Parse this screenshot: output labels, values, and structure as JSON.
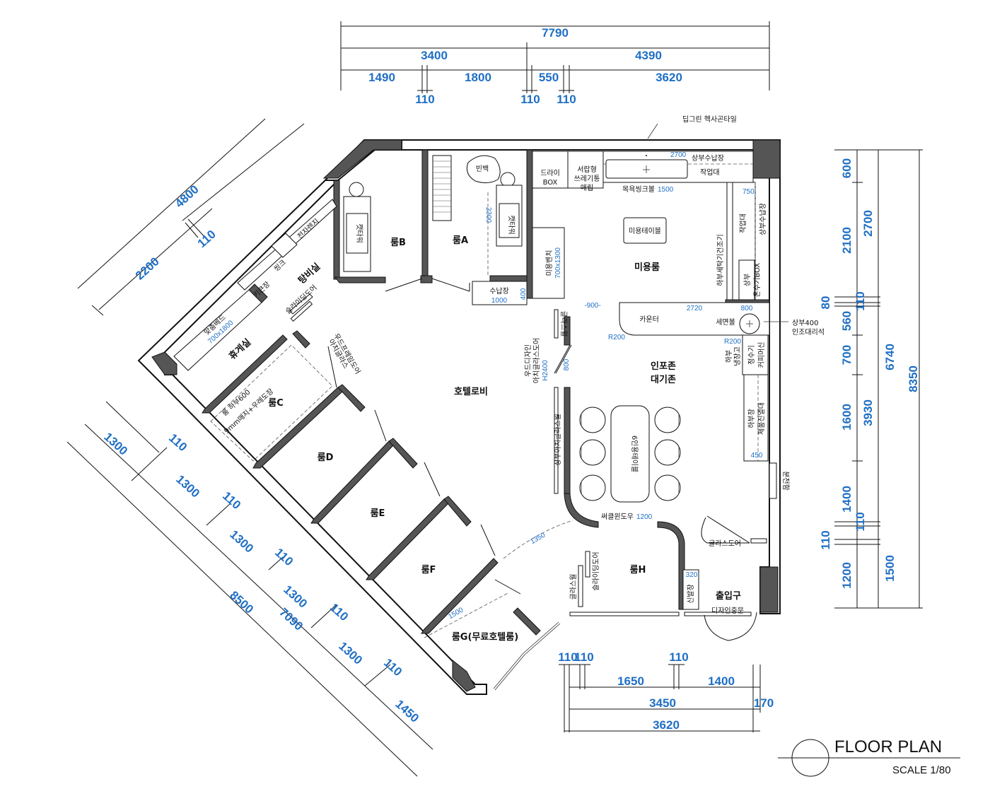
{
  "title": "FLOOR PLAN",
  "scale": "SCALE 1/80",
  "rooms": {
    "room_a": "룸A",
    "room_b": "룸B",
    "room_c": "룸C",
    "room_d": "룸D",
    "room_e": "룸E",
    "room_f": "룸F",
    "room_g": "룸G(무료호텔룸)",
    "room_h": "룸H",
    "lounge": "휴게실",
    "pantry": "탕비실",
    "lobby": "호텔로비",
    "beauty": "미용룸",
    "info1": "인포존",
    "info2": "대기존",
    "entrance": "출입구"
  },
  "labels": {
    "hexa_tile": "딥그린 헥사곤타일",
    "upper_storage": "상부수납장",
    "work_table": "작업대",
    "dry_box1": "드라이",
    "dry_box2": "BOX",
    "drawer1": "서랍형",
    "drawer2": "쓰레기통",
    "drawer3": "매립",
    "bath_sink": "목욕씽크볼",
    "bath_sink_dim": "1500",
    "dim_2700": "2700",
    "dim_750": "750",
    "work_table_v": "작업대",
    "upper_storage_v": "상부수납장",
    "beauty_table": "미용테이블",
    "washer": "하부세탁기건조기",
    "upper_box1": "상부",
    "upper_box2": "온수기BOX",
    "beauty_bench1": "미용벤치",
    "beauty_bench2": "700x1300",
    "dim_2300": "2300",
    "bin": "빈백",
    "cat_tower_a": "캣타워",
    "cat_tower_b": "캣타워",
    "storage_a1": "수납장",
    "storage_a2": "1000",
    "dim_400": "400",
    "dim_900": "-900-",
    "counter": "카운터",
    "dim_2720": "2720",
    "dim_800": "800",
    "wash_bowl": "세면볼",
    "marble1": "상부400",
    "marble2": "인조대리석",
    "r200a": "R200",
    "r200b": "R200",
    "fridge1": "하부",
    "fridge2": "냉장고",
    "water1": "정수기",
    "water2": "커피머신",
    "display1": "하부장",
    "display2": "제품진열대",
    "dim_450": "450",
    "glasswall1": "글라스월",
    "wood_door1": "우드디자인",
    "wood_door2": "아치글라스도어",
    "wood_door3": "H2400",
    "dim_800b": "800",
    "upper_arch": "상부아치글라스월",
    "table6": "6인용테이블",
    "circle_window": "써클윈도우",
    "circle_window_dim": "1200",
    "dim_1350": "1350",
    "dim_1500": "1500",
    "glass_door": "글라스도어",
    "dist_panel": "분전함",
    "shoe1": "신발장",
    "shoe2": "320",
    "design_door": "디자인중문",
    "glasswall2": "글라스월",
    "sliding_h": "슬라이딩도어",
    "sliding_p": "슬라이딩도어",
    "custom_bed1": "맞춤베드",
    "custom_bed2": "700x1800",
    "sink": "씽크",
    "fridge_p": "키큰장",
    "microwave": "전자렌지",
    "roomc_note1": "룸 하부600",
    "roomc_note2": "9mm매지+우레도장",
    "arch_glass_c1": "아치글라스",
    "arch_glass_c2": "우드프레임도어"
  },
  "dims_top": [
    "7790",
    "3400",
    "4390",
    "1490",
    "1800",
    "550",
    "3620",
    "110",
    "110",
    "110"
  ],
  "dims_right": [
    "600",
    "2100",
    "80",
    "560",
    "700",
    "1600",
    "1400",
    "110",
    "1200",
    "2700",
    "110",
    "6740",
    "3930",
    "110",
    "1500",
    "8350"
  ],
  "dims_bottom": [
    "110",
    "110",
    "110",
    "1650",
    "1400",
    "3450",
    "170",
    "3620"
  ],
  "dims_diag_ul": [
    "4800",
    "110",
    "2200"
  ],
  "dims_diag_ll": [
    "1300",
    "110",
    "1300",
    "110",
    "1300",
    "110",
    "1300",
    "110",
    "1300",
    "110",
    "1450",
    "7090",
    "8500"
  ]
}
